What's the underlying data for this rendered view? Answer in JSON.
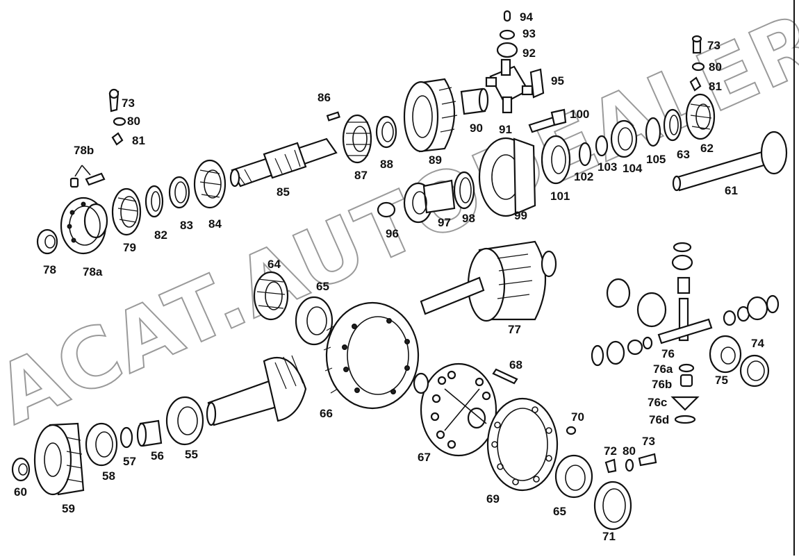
{
  "diagram": {
    "watermark": "ACAT.AUTODEALER.RU",
    "callouts": [
      {
        "id": "c94",
        "text": "94"
      },
      {
        "id": "c93",
        "text": "93"
      },
      {
        "id": "c92",
        "text": "92"
      },
      {
        "id": "c95",
        "text": "95"
      },
      {
        "id": "c91",
        "text": "91"
      },
      {
        "id": "c90",
        "text": "90"
      },
      {
        "id": "c100",
        "text": "100"
      },
      {
        "id": "c86",
        "text": "86"
      },
      {
        "id": "c89",
        "text": "89"
      },
      {
        "id": "c88",
        "text": "88"
      },
      {
        "id": "c87",
        "text": "87"
      },
      {
        "id": "c85",
        "text": "85"
      },
      {
        "id": "c73a",
        "text": "73"
      },
      {
        "id": "c80a",
        "text": "80"
      },
      {
        "id": "c81a",
        "text": "81"
      },
      {
        "id": "c78b",
        "text": "78b"
      },
      {
        "id": "c84",
        "text": "84"
      },
      {
        "id": "c83",
        "text": "83"
      },
      {
        "id": "c82",
        "text": "82"
      },
      {
        "id": "c79",
        "text": "79"
      },
      {
        "id": "c78",
        "text": "78"
      },
      {
        "id": "c78a",
        "text": "78a"
      },
      {
        "id": "c73b",
        "text": "73"
      },
      {
        "id": "c80b",
        "text": "80"
      },
      {
        "id": "c81b",
        "text": "81"
      },
      {
        "id": "c62",
        "text": "62"
      },
      {
        "id": "c63",
        "text": "63"
      },
      {
        "id": "c105",
        "text": "105"
      },
      {
        "id": "c104",
        "text": "104"
      },
      {
        "id": "c103",
        "text": "103"
      },
      {
        "id": "c102",
        "text": "102"
      },
      {
        "id": "c101",
        "text": "101"
      },
      {
        "id": "c99",
        "text": "99"
      },
      {
        "id": "c98",
        "text": "98"
      },
      {
        "id": "c97",
        "text": "97"
      },
      {
        "id": "c96",
        "text": "96"
      },
      {
        "id": "c61",
        "text": "61"
      },
      {
        "id": "c64",
        "text": "64"
      },
      {
        "id": "c65a",
        "text": "65"
      },
      {
        "id": "c77",
        "text": "77"
      },
      {
        "id": "c74",
        "text": "74"
      },
      {
        "id": "c75",
        "text": "75"
      },
      {
        "id": "c76",
        "text": "76"
      },
      {
        "id": "c76a",
        "text": "76a"
      },
      {
        "id": "c76b",
        "text": "76b"
      },
      {
        "id": "c76c",
        "text": "76c"
      },
      {
        "id": "c76d",
        "text": "76d"
      },
      {
        "id": "c68",
        "text": "68"
      },
      {
        "id": "c66",
        "text": "66"
      },
      {
        "id": "c67",
        "text": "67"
      },
      {
        "id": "c70",
        "text": "70"
      },
      {
        "id": "c72",
        "text": "72"
      },
      {
        "id": "c80c",
        "text": "80"
      },
      {
        "id": "c73c",
        "text": "73"
      },
      {
        "id": "c69",
        "text": "69"
      },
      {
        "id": "c65b",
        "text": "65"
      },
      {
        "id": "c71",
        "text": "71"
      },
      {
        "id": "c55",
        "text": "55"
      },
      {
        "id": "c56",
        "text": "56"
      },
      {
        "id": "c57",
        "text": "57"
      },
      {
        "id": "c58",
        "text": "58"
      },
      {
        "id": "c59",
        "text": "59"
      },
      {
        "id": "c60",
        "text": "60"
      }
    ]
  }
}
